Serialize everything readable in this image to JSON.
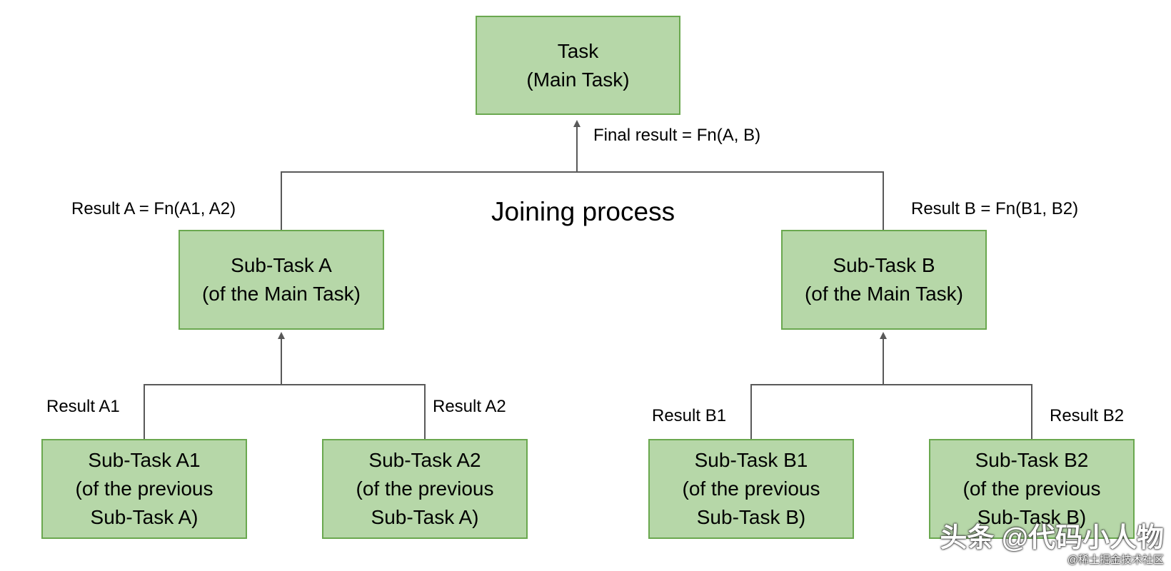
{
  "colors": {
    "box_fill": "#b6d7a8",
    "box_border": "#6aa84f",
    "connector": "#595959"
  },
  "main_task": {
    "line1": "Task",
    "line2": "(Main Task)"
  },
  "final_result_label": "Final result = Fn(A, B)",
  "joining_label": "Joining process",
  "sub_task_a": {
    "line1": "Sub-Task A",
    "line2": "(of the Main Task)",
    "result_label": "Result A = Fn(A1, A2)"
  },
  "sub_task_b": {
    "line1": "Sub-Task B",
    "line2": "(of the Main Task)",
    "result_label": "Result B = Fn(B1, B2)"
  },
  "sub_task_a1": {
    "line1": "Sub-Task A1",
    "line2": "(of the previous",
    "line3": "Sub-Task A)",
    "result_label": "Result A1"
  },
  "sub_task_a2": {
    "line1": "Sub-Task A2",
    "line2": "(of the previous",
    "line3": "Sub-Task A)",
    "result_label": "Result A2"
  },
  "sub_task_b1": {
    "line1": "Sub-Task B1",
    "line2": "(of the previous",
    "line3": "Sub-Task B)",
    "result_label": "Result B1"
  },
  "sub_task_b2": {
    "line1": "Sub-Task B2",
    "line2": "(of the previous",
    "line3": "Sub-Task B)",
    "result_label": "Result B2"
  },
  "watermark": {
    "main": "头条 @代码小人物",
    "sub": "@稀土掘金技术社区"
  }
}
